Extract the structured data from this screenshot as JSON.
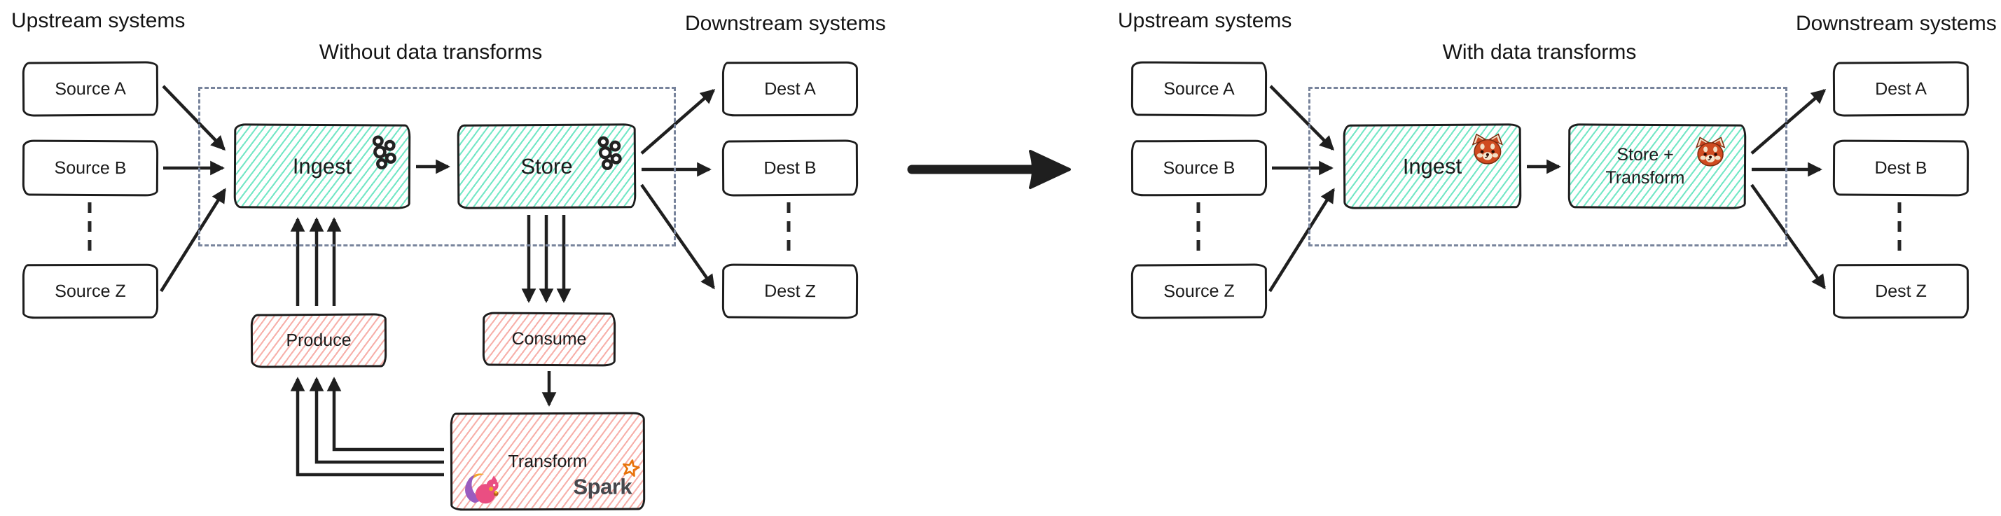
{
  "colors": {
    "ink": "#1f1f1f",
    "teal_hatch": "#74e7c6",
    "pink_hatch": "#f7b0aa",
    "dashed_boundary": "#78849c",
    "spark_orange": "#e8730c",
    "flink_pink": "#ea4e82",
    "flink_purple": "#9a5cc0",
    "flink_orange": "#f3a72b",
    "redpanda_orange": "#cf4b20"
  },
  "left": {
    "upstream_label": "Upstream systems",
    "title": "Without data transforms",
    "downstream_label": "Downstream systems",
    "sources": [
      "Source A",
      "Source B",
      "Source Z"
    ],
    "dests": [
      "Dest A",
      "Dest B",
      "Dest Z"
    ],
    "pipeline": {
      "ingest": "Ingest",
      "store": "Store"
    },
    "kafka_icon": "kafka-logo",
    "produce": "Produce",
    "consume": "Consume",
    "transform": "Transform",
    "flink_icon": "flink-squirrel-logo",
    "spark_wordmark": "Spark",
    "spark_icon": "spark-star-logo"
  },
  "center": {
    "arrow_icon": "big-right-arrow"
  },
  "right": {
    "upstream_label": "Upstream systems",
    "title": "With data transforms",
    "downstream_label": "Downstream systems",
    "sources": [
      "Source A",
      "Source B",
      "Source Z"
    ],
    "dests": [
      "Dest A",
      "Dest B",
      "Dest Z"
    ],
    "pipeline": {
      "ingest": "Ingest",
      "store_line1": "Store +",
      "store_line2": "Transform"
    },
    "redpanda_icon": "redpanda-logo"
  }
}
